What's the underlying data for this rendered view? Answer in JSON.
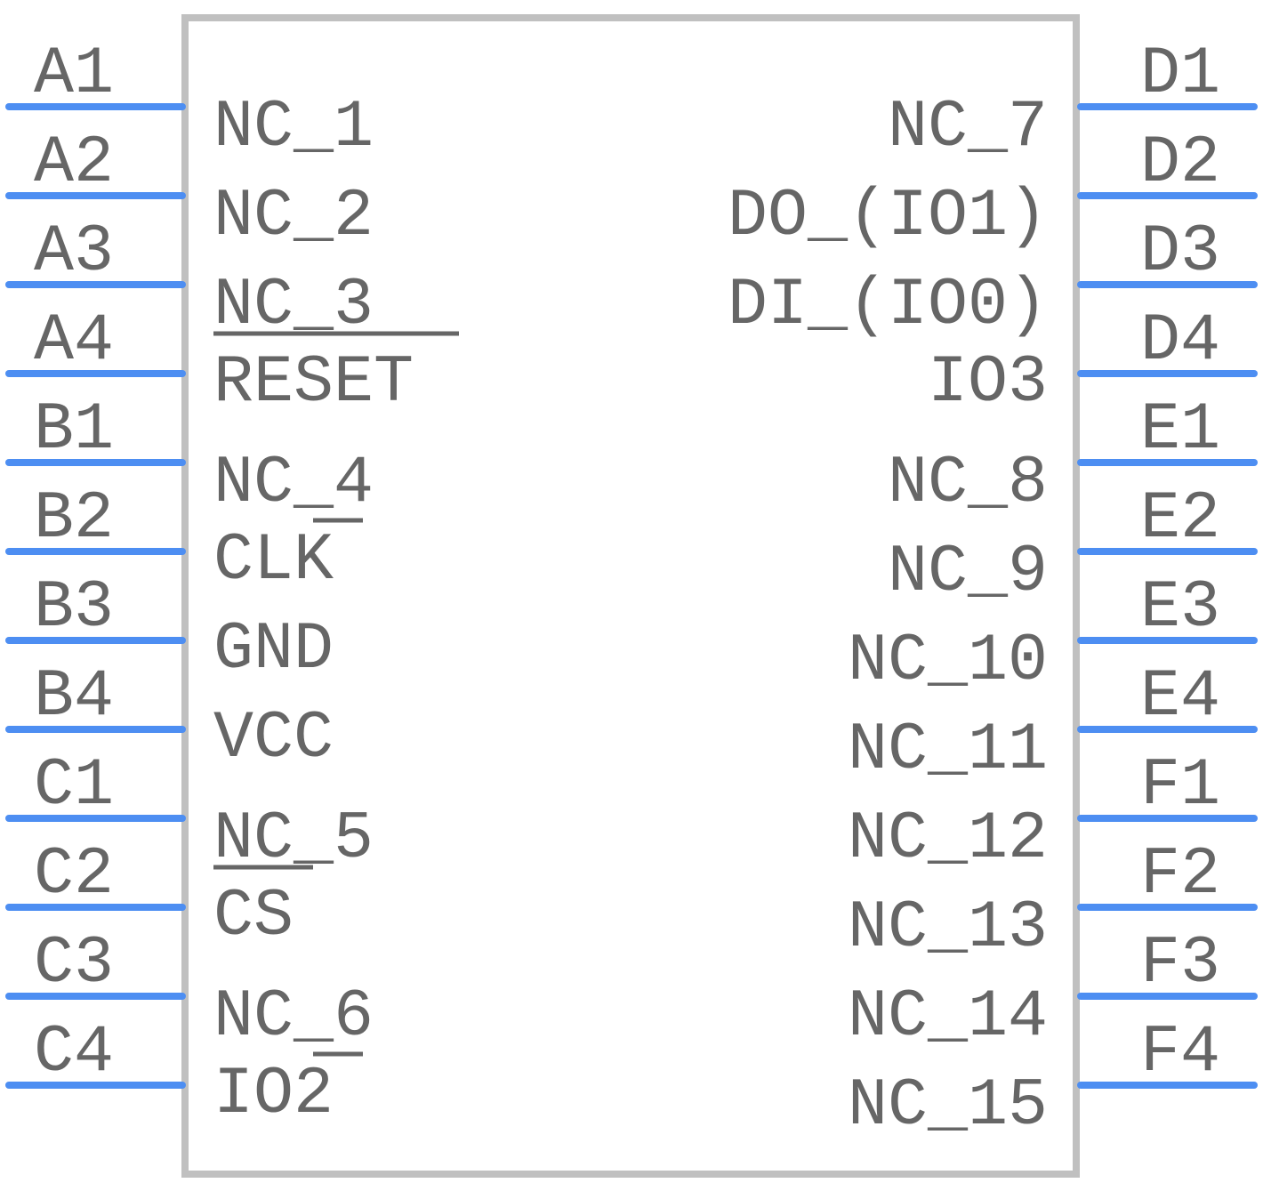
{
  "colors": {
    "pin": "#4d8ef2",
    "body": "#c0c0c0",
    "text": "#666666"
  },
  "left_pins": [
    {
      "num": "A1",
      "name": "NC_1"
    },
    {
      "num": "A2",
      "name": "NC_2"
    },
    {
      "num": "A3",
      "name": "NC_3"
    },
    {
      "num": "A4",
      "name": "RESET"
    },
    {
      "num": "B1",
      "name": "NC_4"
    },
    {
      "num": "B2",
      "name": "CLK"
    },
    {
      "num": "B3",
      "name": "GND"
    },
    {
      "num": "B4",
      "name": "VCC"
    },
    {
      "num": "C1",
      "name": "NC_5"
    },
    {
      "num": "C2",
      "name": "CS"
    },
    {
      "num": "C3",
      "name": "NC_6"
    },
    {
      "num": "C4",
      "name": "IO2"
    }
  ],
  "right_pins": [
    {
      "num": "D1",
      "name": "NC_7"
    },
    {
      "num": "D2",
      "name": "DO_(IO1)"
    },
    {
      "num": "D3",
      "name": "DI_(IO0)"
    },
    {
      "num": "D4",
      "name": "IO3"
    },
    {
      "num": "E1",
      "name": "NC_8"
    },
    {
      "num": "E2",
      "name": "NC_9"
    },
    {
      "num": "E3",
      "name": "NC_10"
    },
    {
      "num": "E4",
      "name": "NC_11"
    },
    {
      "num": "F1",
      "name": "NC_12"
    },
    {
      "num": "F2",
      "name": "NC_13"
    },
    {
      "num": "F3",
      "name": "NC_14"
    },
    {
      "num": "F4",
      "name": "NC_15"
    }
  ]
}
